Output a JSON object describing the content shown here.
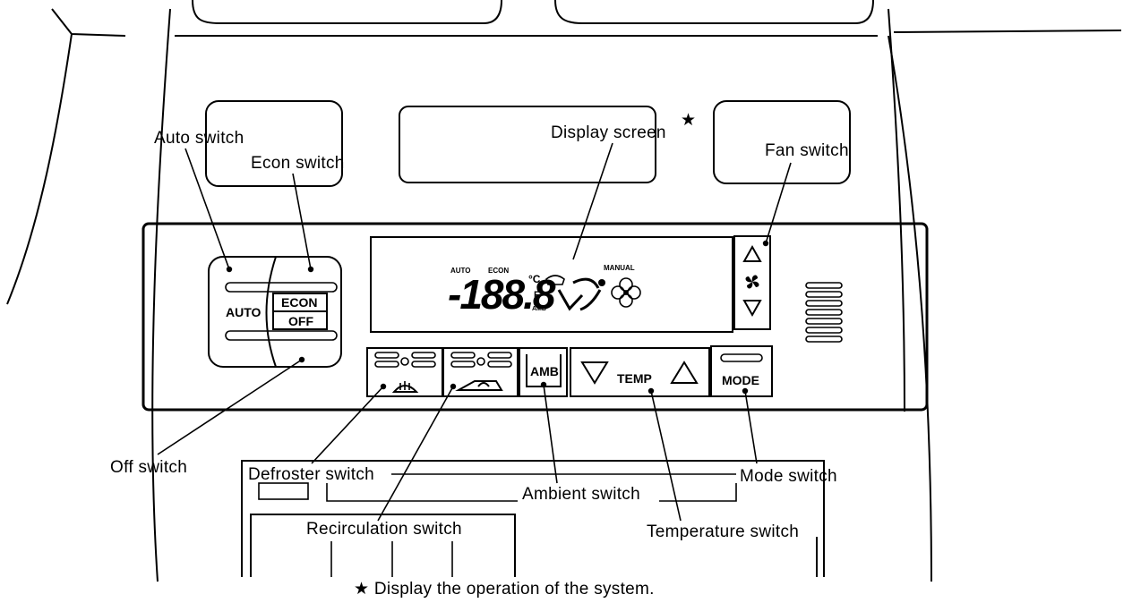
{
  "labels": {
    "auto_switch": "Auto switch",
    "econ_switch": "Econ switch",
    "display_screen": "Display screen",
    "display_star": "★",
    "fan_switch": "Fan switch",
    "off_switch": "Off switch",
    "defroster_switch": "Defroster switch",
    "mode_switch": "Mode switch",
    "ambient_switch": "Ambient switch",
    "recirculation_switch": "Recirculation switch",
    "temperature_switch": "Temperature switch"
  },
  "buttons": {
    "auto": "AUTO",
    "econ": "ECON",
    "off": "OFF",
    "amb": "AMB",
    "temp": "TEMP",
    "mode": "MODE"
  },
  "display": {
    "auto": "AUTO",
    "econ": "ECON",
    "manual": "MANUAL",
    "digits": "-188.8",
    "deg_c": "°C",
    "deg_f": "F",
    "amb": "AMB"
  },
  "footnote": "★ Display the operation of the system."
}
